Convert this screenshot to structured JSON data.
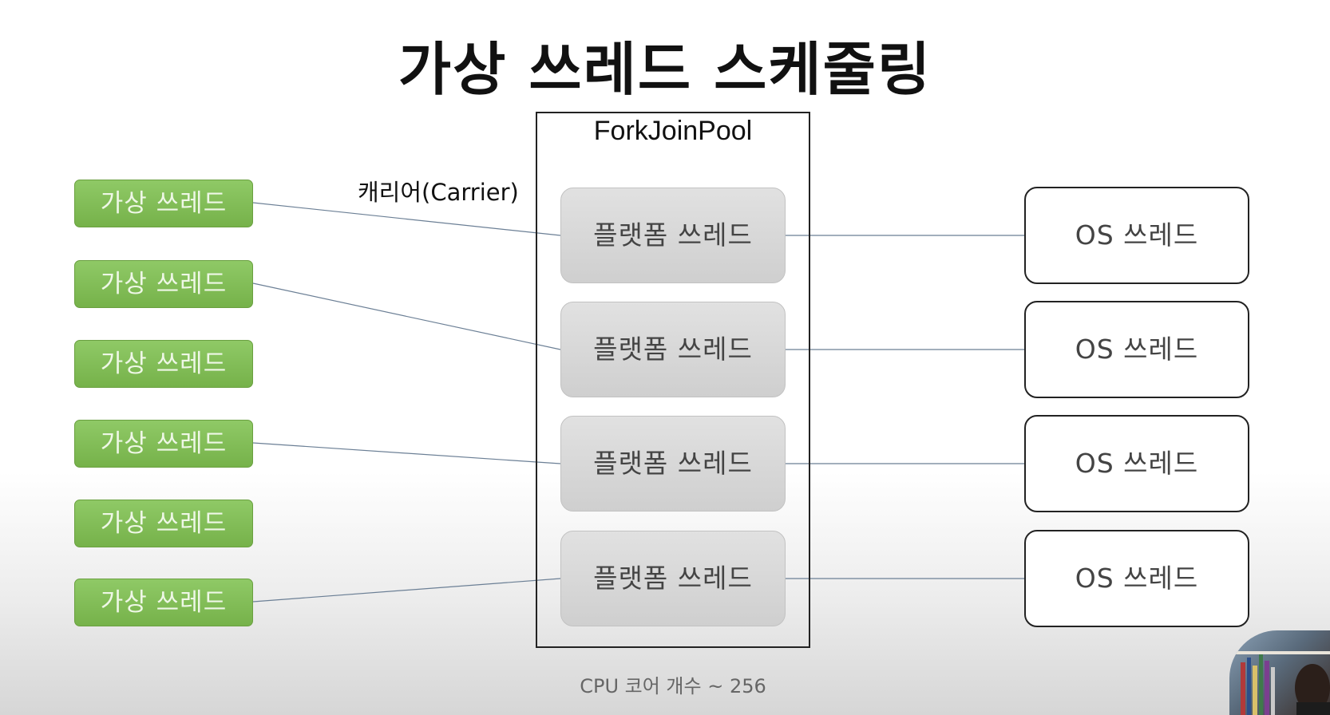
{
  "title": "가상 쓰레드 스케줄링",
  "pool_label": "ForkJoinPool",
  "carrier_label": "캐리어(Carrier)",
  "virtual_threads": [
    "가상 쓰레드",
    "가상 쓰레드",
    "가상 쓰레드",
    "가상 쓰레드",
    "가상 쓰레드",
    "가상 쓰레드"
  ],
  "platform_threads": [
    "플랫폼 쓰레드",
    "플랫폼 쓰레드",
    "플랫폼 쓰레드",
    "플랫폼 쓰레드"
  ],
  "os_threads": [
    "OS 쓰레드",
    "OS 쓰레드",
    "OS 쓰레드",
    "OS 쓰레드"
  ],
  "virtual_to_platform_links": [
    [
      0,
      0
    ],
    [
      1,
      1
    ],
    [
      3,
      2
    ],
    [
      5,
      3
    ]
  ],
  "platform_to_os_links": [
    [
      0,
      0
    ],
    [
      1,
      1
    ],
    [
      2,
      2
    ],
    [
      3,
      3
    ]
  ],
  "footer_note": "CPU 코어 개수 ~ 256",
  "colors": {
    "virtual_thread_fill": "#80bd55",
    "platform_thread_fill": "#d8d8d8",
    "link_line": "#6b7f95"
  }
}
